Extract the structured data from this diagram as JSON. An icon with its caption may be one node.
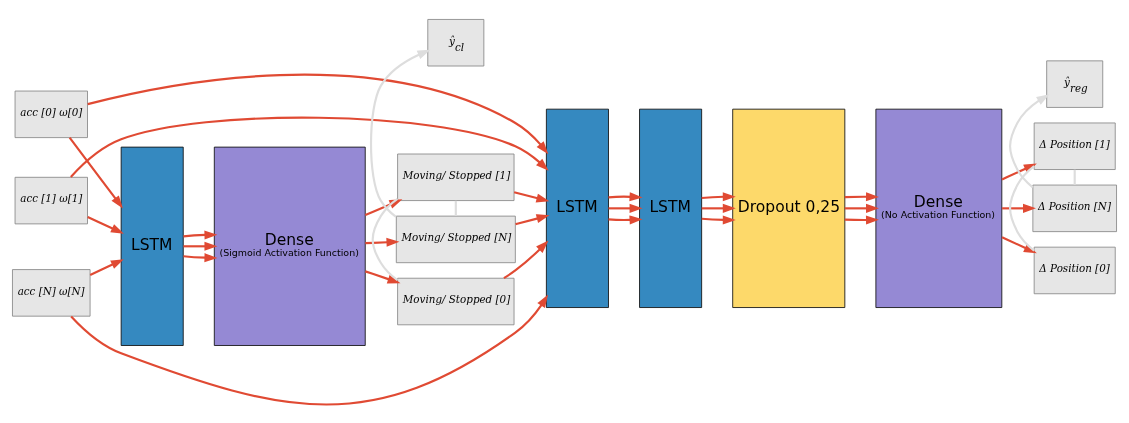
{
  "diagram": {
    "nodes": [
      {
        "text": [
          "acc [0] ω[0]"
        ]
      },
      {
        "text": [
          "acc [1] ω[1]"
        ]
      },
      {
        "text": [
          "acc [N] ω[N]"
        ]
      },
      {
        "text": [
          "LSTM"
        ]
      },
      {
        "text": [
          "Dense",
          "(Sigmoid Activation Function)"
        ]
      },
      {
        "text": [
          "Moving/ Stopped [0]"
        ]
      },
      {
        "text": [
          "Moving/ Stopped [1]"
        ]
      },
      {
        "text": [
          "Moving/ Stopped [N]"
        ]
      },
      {
        "text": [
          "ŷ$_{cl}$"
        ]
      },
      {
        "text": [
          "LSTM"
        ]
      },
      {
        "text": [
          "LSTM"
        ]
      },
      {
        "text": [
          "Dropout 0,25"
        ]
      },
      {
        "text": [
          "Dense",
          "(No Activation Function)"
        ]
      },
      {
        "text": [
          "Δ Position [0]"
        ]
      },
      {
        "text": [
          "Δ Position [1]"
        ]
      },
      {
        "text": [
          "Δ Position [N]"
        ]
      },
      {
        "text": [
          "ŷ$_{reg}$"
        ]
      }
    ],
    "edges": [
      {
        "from": 0,
        "to": 3,
        "arrow": "to"
      },
      {
        "from": 1,
        "to": 3,
        "arrow": "to"
      },
      {
        "from": 2,
        "to": 3,
        "arrow": "to"
      },
      {
        "from": 3,
        "to": 4,
        "arrow": "to"
      },
      {
        "from": 3,
        "to": 4,
        "arrow": "to"
      },
      {
        "from": 3,
        "to": 4,
        "arrow": "to"
      },
      {
        "from": 4,
        "to": 5,
        "arrow": "to"
      },
      {
        "from": 4,
        "to": 6,
        "arrow": "to"
      },
      {
        "from": 4,
        "to": 7,
        "arrow": "to"
      },
      {
        "from": 0,
        "to": 9,
        "arrow": "to"
      },
      {
        "from": 1,
        "to": 9,
        "arrow": "to"
      },
      {
        "from": 2,
        "to": 9,
        "arrow": "to"
      },
      {
        "from": 5,
        "to": 9,
        "arrow": "to"
      },
      {
        "from": 6,
        "to": 9,
        "arrow": "to"
      },
      {
        "from": 7,
        "to": 9,
        "arrow": "to"
      },
      {
        "from": 9,
        "to": 10,
        "arrow": "to"
      },
      {
        "from": 9,
        "to": 10,
        "arrow": "to"
      },
      {
        "from": 9,
        "to": 10,
        "arrow": "to"
      },
      {
        "from": 10,
        "to": 11,
        "arrow": "to"
      },
      {
        "from": 10,
        "to": 11,
        "arrow": "to"
      },
      {
        "from": 10,
        "to": 11,
        "arrow": "to"
      },
      {
        "from": 11,
        "to": 12,
        "arrow": "to"
      },
      {
        "from": 11,
        "to": 12,
        "arrow": "to"
      },
      {
        "from": 11,
        "to": 12,
        "arrow": "to"
      },
      {
        "from": 12,
        "to": 13,
        "arrow": "to"
      },
      {
        "from": 12,
        "to": 14,
        "arrow": "to"
      },
      {
        "from": 12,
        "to": 15,
        "arrow": "to"
      },
      {
        "from": 5,
        "to": 6,
        "arrow": "none",
        "color": "#dddddd"
      },
      {
        "from": 6,
        "to": 7,
        "arrow": "none",
        "color": "#dddddd"
      },
      {
        "from": 7,
        "to": 8,
        "arrow": "to",
        "color": "#dddddd"
      },
      {
        "from": 13,
        "to": 14,
        "arrow": "none",
        "color": "#dddddd"
      },
      {
        "from": 14,
        "to": 15,
        "arrow": "none",
        "color": "#dddddd"
      },
      {
        "from": 15,
        "to": 16,
        "arrow": "to",
        "color": "#dddddd"
      }
    ]
  }
}
